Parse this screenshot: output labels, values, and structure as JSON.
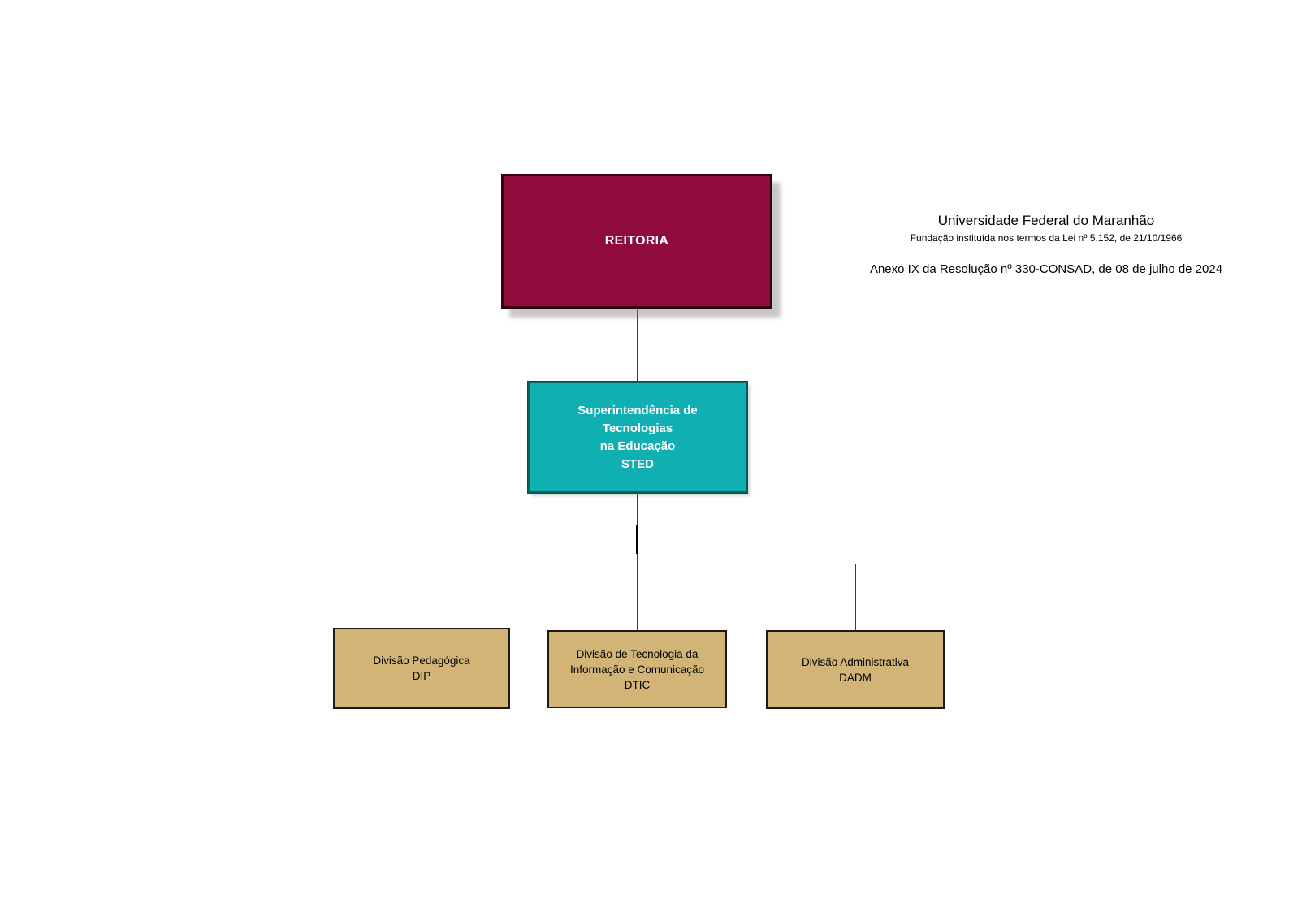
{
  "header": {
    "university": "Universidade Federal do Maranhão",
    "foundation": "Fundação instituída nos termos da Lei nº 5.152, de 21/10/1966",
    "annex": "Anexo IX da Resolução nº 330-CONSAD, de 08 de julho de 2024"
  },
  "org_chart": {
    "reitoria": {
      "label": "REITORIA",
      "fill": "#8E0B3B",
      "text_color": "#FFFFFF"
    },
    "sted": {
      "label": "Superintendência de\nTecnologias\nna Educação\nSTED",
      "fill": "#0FAFB2",
      "text_color": "#FFFFFF"
    },
    "divisions": [
      {
        "label": "Divisão Pedagógica\nDIP",
        "fill": "#D2B477",
        "text_color": "#000000"
      },
      {
        "label": "Divisão de Tecnologia da\nInformação e Comunicação\nDTIC",
        "fill": "#D2B477",
        "text_color": "#000000"
      },
      {
        "label": "Divisão Administrativa\nDADM",
        "fill": "#D2B477",
        "text_color": "#000000"
      }
    ]
  }
}
